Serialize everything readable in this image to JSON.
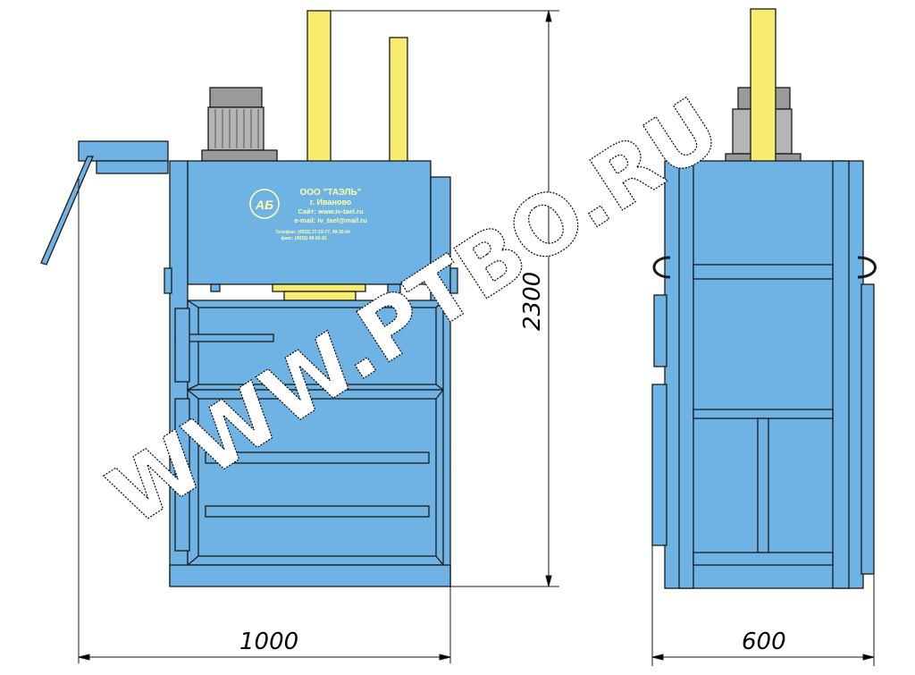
{
  "dimensions": {
    "height": "2300",
    "width": "1000",
    "depth": "600"
  },
  "nameplate": {
    "logo_letters": "АБ",
    "company": "ООО \"ТАЭЛЬ\"",
    "city": "г. Иваново",
    "site": "Сайт: www.iv-tael.ru",
    "email": "e-mail: iv_tael@mail.ru",
    "phone": "Телефон: (4932) 27-19-77, 49-30-94",
    "fax": "факс: (4932) 49-50-81"
  },
  "watermark": "WWW.PTBO.RU",
  "colors": {
    "machine_blue": "#6fb3e4",
    "cylinder_yellow": "#f7ec6f",
    "motor_gray": "#9a9a9a",
    "outline": "#1a1a1a"
  }
}
